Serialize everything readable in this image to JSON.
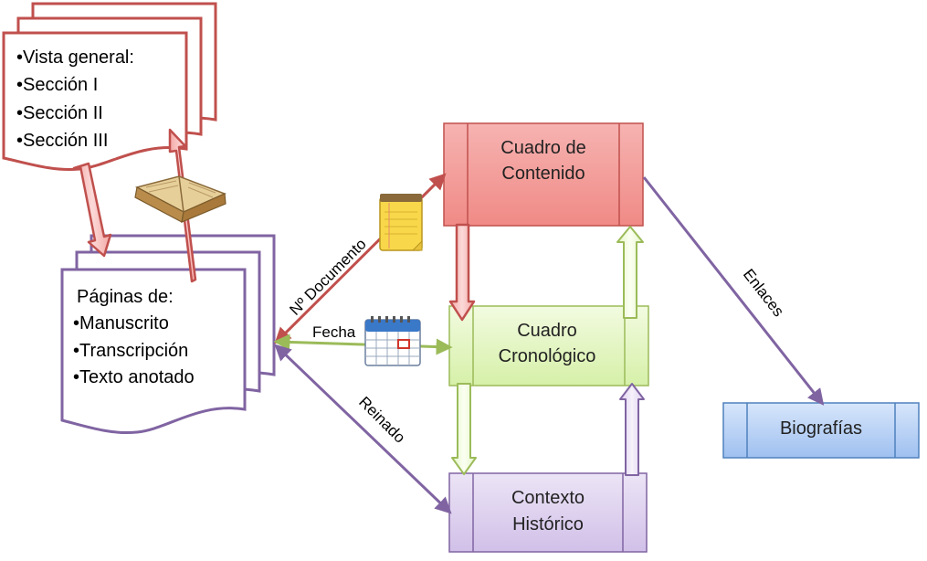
{
  "top_document": {
    "lines": [
      "•Vista general:",
      "•Sección I",
      "•Sección II",
      "•Sección III"
    ]
  },
  "pages_document": {
    "lines": [
      "Páginas de:",
      "•Manuscrito",
      "•Transcripción",
      "•Texto anotado"
    ]
  },
  "boxes": {
    "contenido": [
      "Cuadro de",
      "Contenido"
    ],
    "cronologico": [
      "Cuadro",
      "Cronológico"
    ],
    "contexto": [
      "Contexto",
      "Histórico"
    ],
    "biografias": [
      "Biografías"
    ]
  },
  "edge_labels": {
    "documento": "Nº Documento",
    "fecha": "Fecha",
    "reinado": "Reinado",
    "enlaces": "Enlaces"
  },
  "icons": [
    "book-icon",
    "notepad-icon",
    "calendar-icon"
  ],
  "colors": {
    "red": "#c0504d",
    "green": "#9bbb59",
    "purple": "#8064a2",
    "blue": "#4f81bd"
  }
}
